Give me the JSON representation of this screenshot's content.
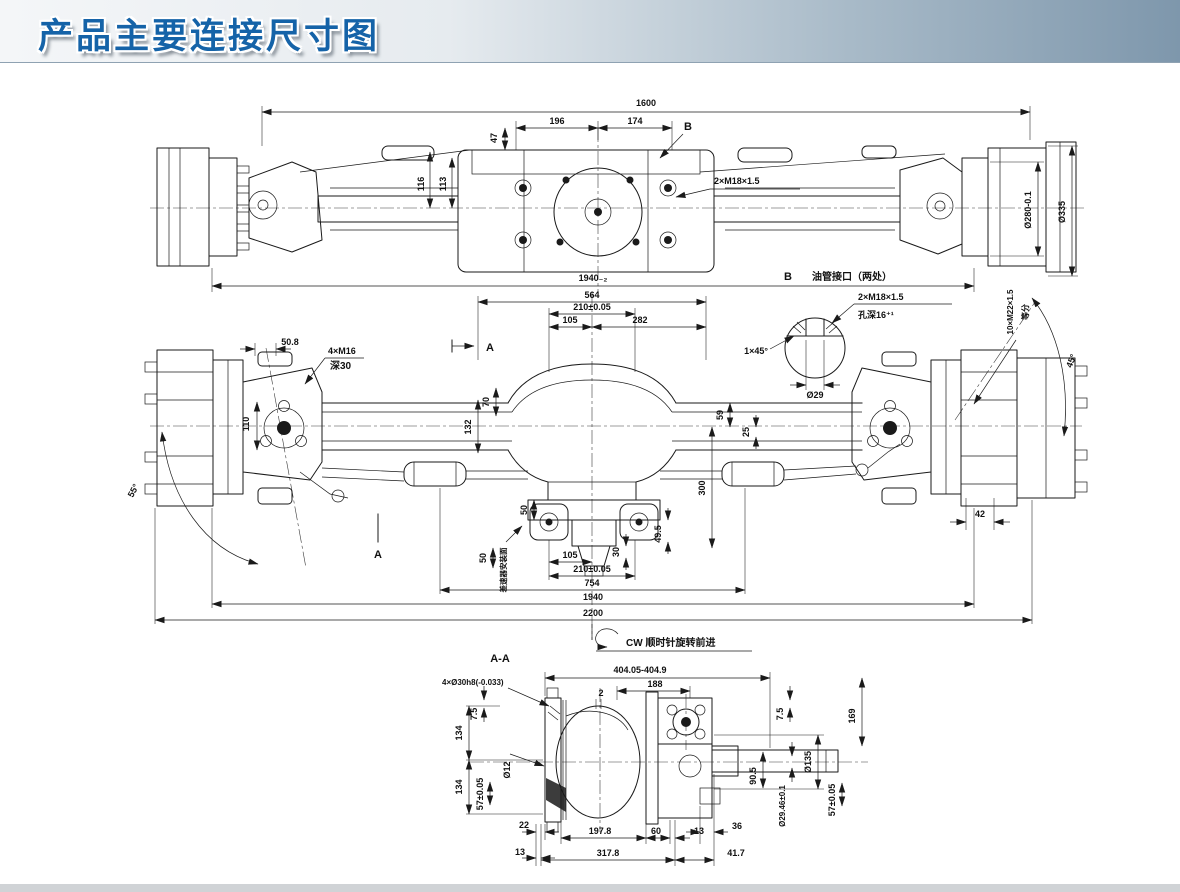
{
  "header": {
    "title": "产品主要连接尺寸图"
  },
  "colors": {
    "title_blue": "#1563a8",
    "band_steel_blue": "#7e97ac",
    "line_black": "#1a1a1a"
  },
  "top_view": {
    "dims": {
      "overall_width": "1600",
      "offset_left": "196",
      "offset_right": "174",
      "offset_small": "47",
      "height_a": "116",
      "height_b": "113",
      "thread_callout": "2×M18×1.5",
      "view_label": "B",
      "bolt_circle": "Ø280-0.1",
      "hub_diameter": "Ø335",
      "track_width": "1940₋₂"
    }
  },
  "detail_b": {
    "label": "B",
    "title": "油管接口（两处）",
    "thread": "2×M18×1.5",
    "depth": "孔深16⁺¹",
    "chamfer": "1×45°",
    "bore": "Ø29"
  },
  "front_view": {
    "dims": {
      "w564": "564",
      "w210_top": "210±0.05",
      "w105_top": "105",
      "w282": "282",
      "w50_8": "50.8",
      "bolt_callout": "4×M16",
      "bolt_depth": "深30",
      "section_a_top": "A",
      "section_a_bottom": "A",
      "h110": "110",
      "angle55": "55°",
      "h70": "70",
      "h132": "132",
      "h59": "59",
      "h25": "25",
      "h300": "300",
      "h50_upper": "50",
      "h50_lower": "50",
      "h30": "30",
      "h49_5": "49.5",
      "w105_bottom": "105",
      "w210_bottom": "210±0.05",
      "w754": "754",
      "w1940": "1940",
      "w2200": "2200",
      "w42": "42",
      "stud_callout": "10×M22×1.5",
      "stud_spacing": "等分",
      "angle45": "45°",
      "mount_face": "差速器安装面"
    }
  },
  "section_view": {
    "label": "A-A",
    "rotation_note": "CW 顺时针旋转前进",
    "dims": {
      "span": "404.05-404.9",
      "w188": "188",
      "hole_callout": "4×Ø30h8(-0.033)",
      "w2": "2",
      "h7_5_left": "7.5",
      "h134_upper": "134",
      "h134_lower": "134",
      "h57_left": "57±0.05",
      "d12": "Ø12",
      "w22": "22",
      "w13_left": "13",
      "w197_8": "197.8",
      "w60": "60",
      "w13_mid": "13",
      "w36": "36",
      "w317_8": "317.8",
      "w41_7": "41.7",
      "h90_5": "90.5",
      "d29_46": "Ø29.46±0.1",
      "d135": "Ø135",
      "h57_right": "57±0.05",
      "h169": "169",
      "h7_5_right": "7.5"
    }
  }
}
